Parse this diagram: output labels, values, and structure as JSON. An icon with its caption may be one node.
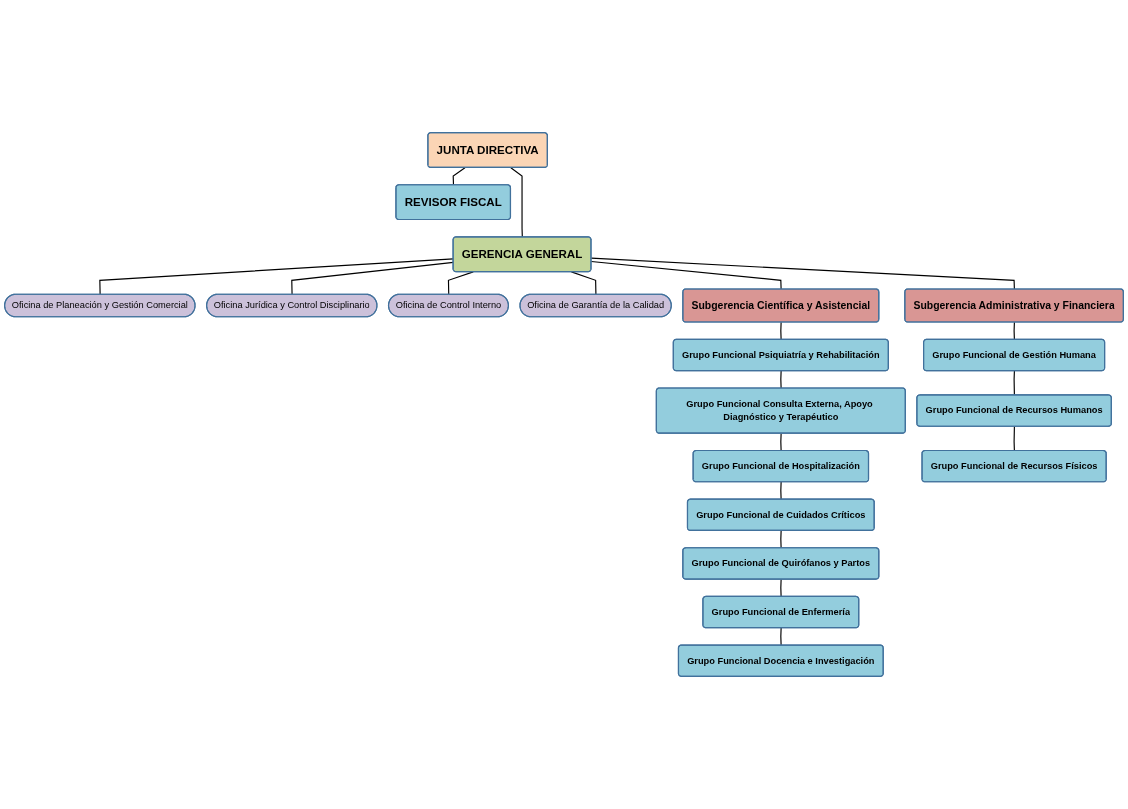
{
  "diagram": {
    "nodes": [
      {
        "text": [
          "JUNTA DIRECTIVA"
        ]
      },
      {
        "text": [
          "REVISOR FISCAL"
        ]
      },
      {
        "text": [
          "GERENCIA GENERAL"
        ]
      },
      {
        "text": [
          "Oficina de Planeación y Gestión Comercial"
        ]
      },
      {
        "text": [
          "Oficina Jurídica y Control Disciplinario"
        ]
      },
      {
        "text": [
          "Oficina de Control Interno"
        ]
      },
      {
        "text": [
          "Oficina de Garantía de la Calidad"
        ]
      },
      {
        "text": [
          "Subgerencia Científica y Asistencial"
        ]
      },
      {
        "text": [
          "Subgerencia Administrativa y Financiera"
        ]
      },
      {
        "text": [
          "Grupo Funcional Psiquiatría y Rehabilitación"
        ]
      },
      {
        "text": [
          "Grupo Funcional Consulta Externa, Apoyo Diagnóstico y Terapéutico"
        ]
      },
      {
        "text": [
          "Grupo Funcional de Hospitalización"
        ]
      },
      {
        "text": [
          "Grupo Funcional de Cuidados Críticos"
        ]
      },
      {
        "text": [
          "Grupo Funcional de Quirófanos y Partos"
        ]
      },
      {
        "text": [
          "Grupo Funcional de Enfermería"
        ]
      },
      {
        "text": [
          "Grupo Funcional Docencia e Investigación"
        ]
      },
      {
        "text": [
          "Grupo Funcional de Gestión Humana"
        ]
      },
      {
        "text": [
          "Grupo Funcional de Recursos Humanos"
        ]
      },
      {
        "text": [
          "Grupo Funcional de Recursos Físicos"
        ]
      }
    ],
    "edges": [
      {
        "from": 0,
        "to": 1,
        "arrow": "none"
      },
      {
        "from": 0,
        "to": 2,
        "arrow": "none"
      },
      {
        "from": 2,
        "to": 3,
        "arrow": "none"
      },
      {
        "from": 2,
        "to": 4,
        "arrow": "none"
      },
      {
        "from": 2,
        "to": 5,
        "arrow": "none"
      },
      {
        "from": 2,
        "to": 6,
        "arrow": "none"
      },
      {
        "from": 2,
        "to": 7,
        "arrow": "none"
      },
      {
        "from": 2,
        "to": 8,
        "arrow": "none"
      },
      {
        "from": 7,
        "to": 9,
        "arrow": "none"
      },
      {
        "from": 9,
        "to": 10,
        "arrow": "none"
      },
      {
        "from": 10,
        "to": 11,
        "arrow": "none"
      },
      {
        "from": 11,
        "to": 12,
        "arrow": "none"
      },
      {
        "from": 12,
        "to": 13,
        "arrow": "none"
      },
      {
        "from": 13,
        "to": 14,
        "arrow": "none"
      },
      {
        "from": 14,
        "to": 15,
        "arrow": "none"
      },
      {
        "from": 8,
        "to": 16,
        "arrow": "none"
      },
      {
        "from": 16,
        "to": 17,
        "arrow": "none"
      },
      {
        "from": 17,
        "to": 18,
        "arrow": "none"
      }
    ]
  }
}
